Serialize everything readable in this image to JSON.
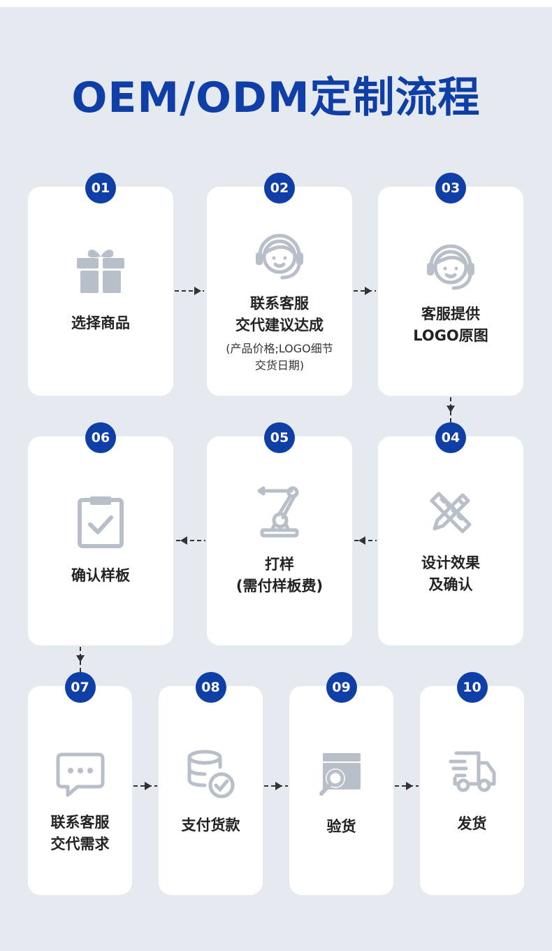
{
  "title": "OEM/ODM定制流程",
  "colors": {
    "brand": "#0f3fa6",
    "icon": "#b9bfc9",
    "background": "#e5e9f0",
    "card": "#ffffff"
  },
  "steps": [
    {
      "number": "01",
      "label": "选择商品",
      "icon": "gift-icon"
    },
    {
      "number": "02",
      "label": "联系客服\n交代建议达成",
      "sub": "(产品价格;LOGO细节\n交货日期)",
      "icon": "customer-service-icon"
    },
    {
      "number": "03",
      "label": "客服提供\nLOGO原图",
      "icon": "customer-service-icon"
    },
    {
      "number": "04",
      "label": "设计效果\n及确认",
      "icon": "ruler-pencil-icon"
    },
    {
      "number": "05",
      "label": "打样\n(需付样板费)",
      "icon": "robot-arm-icon"
    },
    {
      "number": "06",
      "label": "确认样板",
      "icon": "clipboard-check-icon"
    },
    {
      "number": "07",
      "label": "联系客服\n交代需求",
      "icon": "chat-bubble-icon"
    },
    {
      "number": "08",
      "label": "支付货款",
      "icon": "coins-check-icon"
    },
    {
      "number": "09",
      "label": "验货",
      "icon": "box-search-icon"
    },
    {
      "number": "10",
      "label": "发货",
      "icon": "delivery-truck-icon"
    }
  ]
}
